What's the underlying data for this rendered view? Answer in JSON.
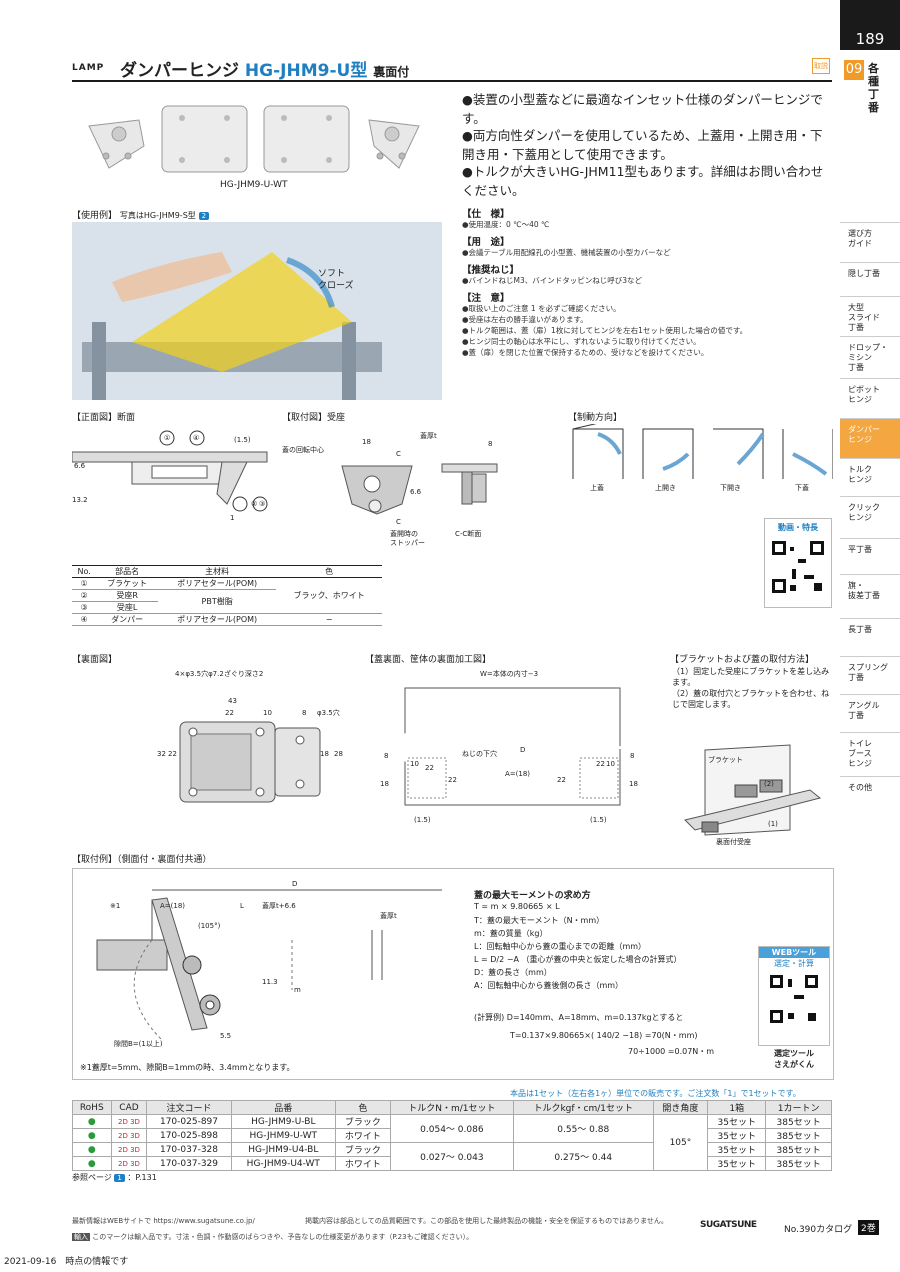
{
  "page_number": "189",
  "chapter": {
    "num": "09",
    "title": "各種丁番"
  },
  "sidebar": [
    {
      "label": "選び方\nガイド"
    },
    {
      "label": "隠し丁番"
    },
    {
      "label": "大型\nスライド\n丁番"
    },
    {
      "label": "ドロップ・\nミシン\n丁番"
    },
    {
      "label": "ピボット\nヒンジ"
    },
    {
      "label": "ダンパー\nヒンジ"
    },
    {
      "label": "トルク\nヒンジ"
    },
    {
      "label": "クリック\nヒンジ"
    },
    {
      "label": "平丁番"
    },
    {
      "label": "旗・\n抜差丁番"
    },
    {
      "label": "長丁番"
    },
    {
      "label": "スプリング\n丁番"
    },
    {
      "label": "アングル\n丁番"
    },
    {
      "label": "トイレ\nブース\nヒンジ"
    },
    {
      "label": "その他"
    }
  ],
  "header": {
    "brand": "LAMP",
    "title": "ダンパーヒンジ",
    "model": "HG-JHM9-U型",
    "suffix": "裏面付",
    "badge": "取説"
  },
  "product_caption": "HG-JHM9-U-WT",
  "features": [
    "●装置の小型蓋などに最適なインセット仕様のダンパーヒンジです。",
    "●両方向性ダンパーを使用しているため、上蓋用・上開き用・下開き用・下蓋用として使用できます。",
    "●トルクが大きいHG-JHM11型もあります。詳細はお問い合わせください。"
  ],
  "usage": {
    "label": "【使用例】",
    "note": "写真はHG-JHM9-S型",
    "badge": "2",
    "soft_close": "ソフト\nクローズ"
  },
  "specs": [
    {
      "h": "【仕　様】",
      "t": [
        "●使用温度：0 ℃～40 ℃"
      ]
    },
    {
      "h": "【用　途】",
      "t": [
        "●会議テーブル用配線孔の小型蓋、機械装置の小型カバーなど"
      ]
    },
    {
      "h": "【推奨ねじ】",
      "t": [
        "●バインドねじM3、バインドタッピンねじ呼び3など"
      ]
    },
    {
      "h": "【注　意】",
      "t": [
        "●取扱い上のご注意 1 を必ずご確認ください。",
        "●受座は左右の勝手違いがあります。",
        "●トルク範囲は、蓋（扉）1枚に対してヒンジを左右1セット使用した場合の値です。",
        "●ヒンジ同士の軸心は水平にし、ずれないように取り付けてください。",
        "●蓋（扉）を閉じた位置で保持するための、受けなどを設けてください。"
      ]
    }
  ],
  "diagrams": {
    "front": {
      "label": "【正面図】断面",
      "dims": [
        "①",
        "④",
        "(1.5)",
        "6.6",
        "13.2",
        "1",
        "②",
        "③"
      ]
    },
    "mount": {
      "label": "【取付図】受座",
      "dims": [
        "蓋の回転中心",
        "18",
        "C",
        "蓋厚t",
        "8",
        "6.6",
        "C",
        "蓋開時の\nストッパー",
        "C-C断面"
      ]
    },
    "direction": {
      "label": "【制動方向】",
      "items": [
        "上蓋",
        "上開き",
        "下開き",
        "下蓋"
      ]
    },
    "qr1": "動画・特長"
  },
  "parts_table": {
    "headers": [
      "No.",
      "部品名",
      "主材料",
      "色"
    ],
    "rows": [
      [
        "①",
        "ブラケット",
        "ポリアセタール(POM)"
      ],
      [
        "②",
        "受座R",
        "PBT樹脂"
      ],
      [
        "③",
        "受座L",
        ""
      ],
      [
        "④",
        "ダンパー",
        "ポリアセタール(POM)"
      ]
    ],
    "color_merged": "ブラック、ホワイト",
    "color_last": "−"
  },
  "back_view": {
    "label": "【裏面図】",
    "dims": [
      "4×φ3.5穴φ7.2ざぐり深さ2",
      "43",
      "22",
      "10",
      "8",
      "φ3.5穴",
      "32",
      "22",
      "18",
      "28"
    ]
  },
  "lid_view": {
    "label": "【蓋裏面、筐体の裏面加工図】",
    "dims": [
      "W=本体の内寸−3",
      "D",
      "ねじの下穴",
      "A=(18)",
      "8",
      "10",
      "22",
      "22",
      "18",
      "(1.5)",
      "(1.5)",
      "22",
      "10",
      "8",
      "22",
      "18"
    ]
  },
  "bracket": {
    "label": "【ブラケットおよび蓋の取付方法】",
    "steps": [
      "（1）固定した受座にブラケットを差し込みます。",
      "（2）蓋の取付穴とブラケットを合わせ、ねじで固定します。"
    ],
    "labels": [
      "ブラケット",
      "(2)",
      "(1)",
      "裏面付受座"
    ]
  },
  "example": {
    "label": "【取付例】（側面付・裏面付共通）",
    "dims": [
      "D",
      "※1",
      "A=(18)",
      "L",
      "(105°)",
      "蓋厚t+6.6",
      "蓋厚t",
      "11.3",
      "m",
      "5.5",
      "隙間B=(1以上)"
    ],
    "note": "※1蓋厚t=5mm、隙間B=1mmの時、3.4mmとなります。",
    "moment_title": "蓋の最大モーメントの求め方",
    "moment_lines": [
      "T = m × 9.80665 × L",
      "T：蓋の最大モーメント（N・mm）",
      "m：蓋の質量（kg）",
      "L：回転軸中心から蓋の重心までの距離（mm）",
      "L = D/2 −A （重心が蓋の中央と仮定した場合の計算式）",
      "D：蓋の長さ（mm）",
      "A：回転軸中心から蓋後側の長さ（mm）"
    ],
    "calc": [
      "(計算例) D=140mm、A=18mm、m=0.137kgとすると",
      "T=0.137×9.80665×( 140/2 −18) =70(N・mm)",
      "70÷1000 =0.07N・m"
    ],
    "web": {
      "h": "WEBツール",
      "sub": "選定・計算",
      "caption": "選定ツール\nさえがくん"
    }
  },
  "sale_note": "本品は1セット（左右各1ヶ）単位での販売です。ご注文数「1」で1セットです。",
  "products": {
    "headers": [
      "RoHS",
      "CAD",
      "注文コード",
      "品番",
      "色",
      "トルクN・m/1セット",
      "トルクkgf・cm/1セット",
      "開き角度",
      "1箱",
      "1カートン"
    ],
    "rows": [
      [
        "●",
        "2D 3D",
        "170-025-897",
        "HG-JHM9-U-BL",
        "ブラック",
        "35セット",
        "385セット"
      ],
      [
        "●",
        "2D 3D",
        "170-025-898",
        "HG-JHM9-U-WT",
        "ホワイト",
        "35セット",
        "385セット"
      ],
      [
        "●",
        "2D 3D",
        "170-037-328",
        "HG-JHM9-U4-BL",
        "ブラック",
        "35セット",
        "385セット"
      ],
      [
        "●",
        "2D 3D",
        "170-037-329",
        "HG-JHM9-U4-WT",
        "ホワイト",
        "35セット",
        "385セット"
      ]
    ],
    "torque_n": [
      "0.054～ 0.086",
      "0.027～ 0.043"
    ],
    "torque_kgf": [
      "0.55～ 0.88",
      "0.275～ 0.44"
    ],
    "angle": "105°"
  },
  "ref_page": "参照ページ",
  "ref_badge": "1",
  "ref_target": "：P.131",
  "footer": {
    "line1a": "最新情報はWEBサイトで https://www.sugatsune.co.jp/",
    "line1b": "掲載内容は部品としての品質範囲です。この部品を使用した最終製品の機能・安全を保証するものではありません。",
    "import_badge": "輸入",
    "line2": "このマークは輸入品です。寸法・色調・作動感のばらつきや、予告なしの仕様変更があります（P.23もご確認ください）。",
    "logo": "SUGATSUNE",
    "catalog": "No.390カタログ",
    "volume": "2巻",
    "date": "2021-09-16　時点の情報です"
  },
  "colors": {
    "accent": "#1f7fc1",
    "orange": "#f09a28",
    "yellow": "#f2d21a"
  }
}
